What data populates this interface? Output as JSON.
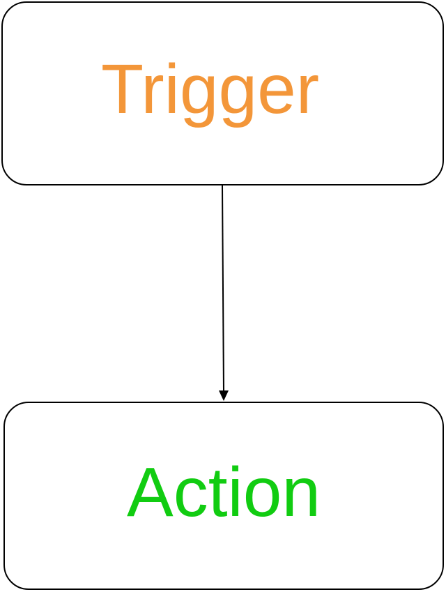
{
  "diagram": {
    "nodes": [
      {
        "id": "trigger",
        "label": "Trigger",
        "color": "#f39639"
      },
      {
        "id": "action",
        "label": "Action",
        "color": "#11cc11"
      }
    ],
    "edges": [
      {
        "from": "trigger",
        "to": "action"
      }
    ],
    "colors": {
      "border": "#000000",
      "arrow": "#000000",
      "background": "#ffffff"
    }
  }
}
